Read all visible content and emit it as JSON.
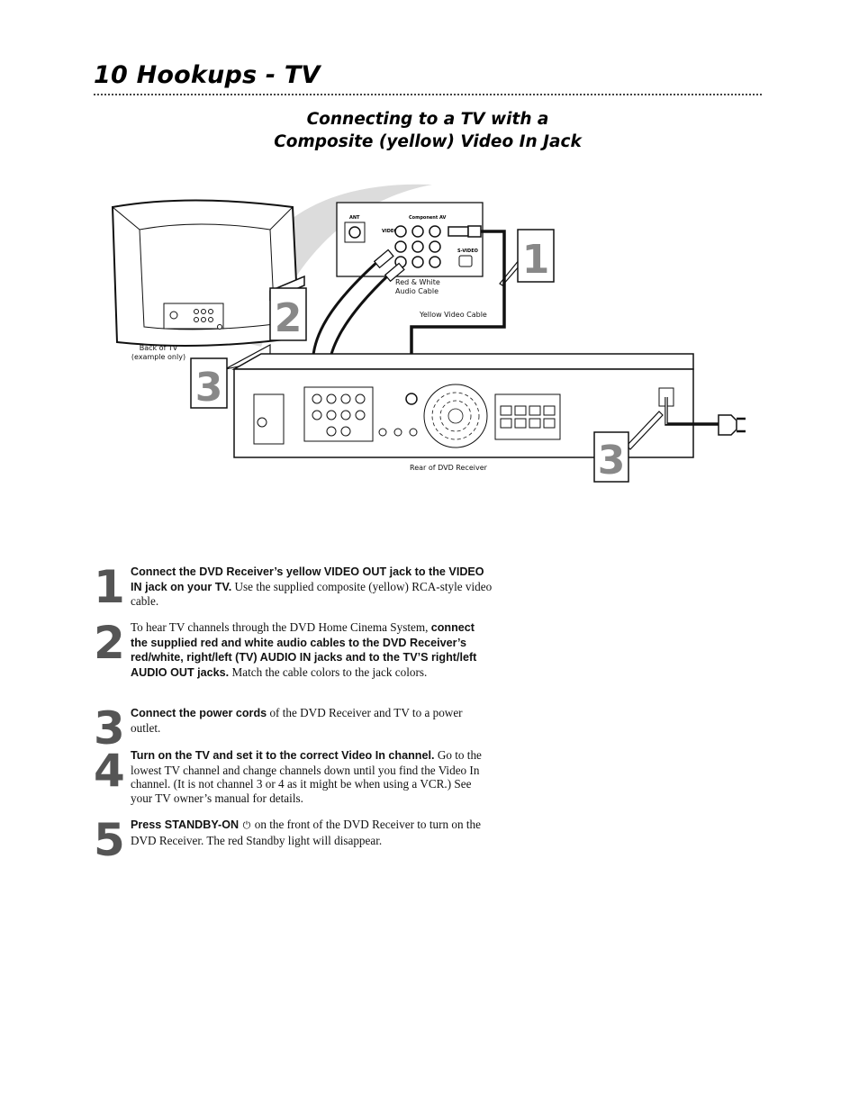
{
  "header": {
    "page_title": "10  Hookups - TV"
  },
  "section": {
    "title_line1": "Connecting to a TV with a",
    "title_line2": "Composite (yellow) Video In Jack"
  },
  "diagram": {
    "label_red_white_line1": "Red & White",
    "label_red_white_line2": "Audio Cable",
    "label_yellow": "Yellow Video Cable",
    "label_back_tv_line1": "Back of TV",
    "label_back_tv_line2": "(example only)",
    "label_rear_dvd": "Rear of DVD Receiver",
    "callout_1": "1",
    "callout_2": "2",
    "callout_3a": "3",
    "callout_3b": "3",
    "jack_ant": "ANT",
    "jack_component_av": "Component AV",
    "jack_video": "VIDEO",
    "jack_svideo": "S-VIDEO"
  },
  "steps": [
    {
      "number": "1",
      "bold": "Connect the DVD Receiver’s yellow VIDEO OUT jack to the VIDEO IN jack on your TV.",
      "rest": " Use the supplied composite (yellow) RCA-style video cable."
    },
    {
      "number": "2",
      "pre": "To hear TV channels through the DVD Home Cinema System, ",
      "bold": "connect the supplied red and white audio cables to the DVD Receiver’s red/white, right/left (TV) AUDIO IN jacks and to the TV’S right/left AUDIO OUT jacks.",
      "rest": " Match the cable colors to the jack colors."
    },
    {
      "number": "3",
      "bold": "Connect the power cords",
      "rest": " of the DVD Receiver and TV to a power outlet."
    },
    {
      "number": "4",
      "bold": "Turn on the TV and set it to the correct Video In channel.",
      "rest": " Go to the lowest TV channel and change channels down until you find the Video In channel. (It is not channel 3 or 4 as it might be when using a VCR.) See your TV owner’s manual for details."
    },
    {
      "number": "5",
      "bold": "Press STANDBY-ON",
      "power_symbol": "⏻",
      "rest": " on the front of the DVD Receiver to turn on the DVD Receiver. The red Standby light will disappear."
    }
  ]
}
